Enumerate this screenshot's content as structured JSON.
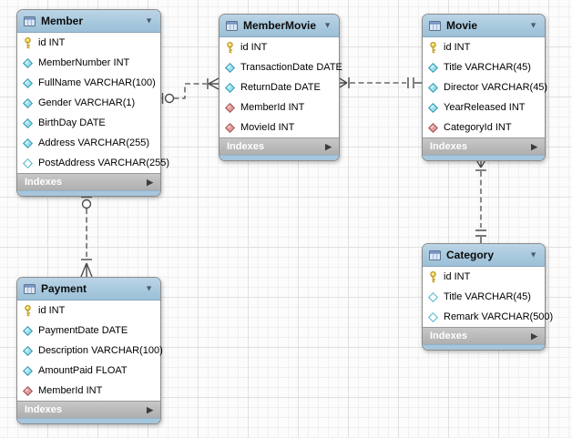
{
  "diagram": {
    "tool": "EER Diagram",
    "tables": [
      {
        "id": "member",
        "title": "Member",
        "collapse_icon": "▼",
        "footer": {
          "label": "Indexes",
          "expand_icon": "▶"
        },
        "columns": [
          {
            "icon": "primary-key",
            "label": "id INT"
          },
          {
            "icon": "column-notnull",
            "label": "MemberNumber INT"
          },
          {
            "icon": "column-notnull",
            "label": "FullName VARCHAR(100)"
          },
          {
            "icon": "column-notnull",
            "label": "Gender VARCHAR(1)"
          },
          {
            "icon": "column-notnull",
            "label": "BirthDay DATE"
          },
          {
            "icon": "column-notnull",
            "label": "Address VARCHAR(255)"
          },
          {
            "icon": "column-nullable",
            "label": "PostAddress VARCHAR(255)"
          }
        ]
      },
      {
        "id": "membermovie",
        "title": "MemberMovie",
        "collapse_icon": "▼",
        "footer": {
          "label": "Indexes",
          "expand_icon": "▶"
        },
        "columns": [
          {
            "icon": "primary-key",
            "label": "id INT"
          },
          {
            "icon": "column-notnull",
            "label": "TransactionDate DATE"
          },
          {
            "icon": "column-notnull",
            "label": "ReturnDate DATE"
          },
          {
            "icon": "foreign-key",
            "label": "MemberId INT"
          },
          {
            "icon": "foreign-key",
            "label": "MovieId INT"
          }
        ]
      },
      {
        "id": "movie",
        "title": "Movie",
        "collapse_icon": "▼",
        "footer": {
          "label": "Indexes",
          "expand_icon": "▶"
        },
        "columns": [
          {
            "icon": "primary-key",
            "label": "id INT"
          },
          {
            "icon": "column-notnull",
            "label": "Title VARCHAR(45)"
          },
          {
            "icon": "column-notnull",
            "label": "Director VARCHAR(45)"
          },
          {
            "icon": "column-notnull",
            "label": "YearReleased INT"
          },
          {
            "icon": "foreign-key",
            "label": "CategoryId INT"
          }
        ]
      },
      {
        "id": "category",
        "title": "Category",
        "collapse_icon": "▼",
        "footer": {
          "label": "Indexes",
          "expand_icon": "▶"
        },
        "columns": [
          {
            "icon": "primary-key",
            "label": "id INT"
          },
          {
            "icon": "column-nullable",
            "label": "Title VARCHAR(45)"
          },
          {
            "icon": "column-nullable",
            "label": "Remark VARCHAR(500)"
          }
        ]
      },
      {
        "id": "payment",
        "title": "Payment",
        "collapse_icon": "▼",
        "footer": {
          "label": "Indexes",
          "expand_icon": "▶"
        },
        "columns": [
          {
            "icon": "primary-key",
            "label": "id INT"
          },
          {
            "icon": "column-notnull",
            "label": "PaymentDate DATE"
          },
          {
            "icon": "column-notnull",
            "label": "Description VARCHAR(100)"
          },
          {
            "icon": "column-notnull",
            "label": "AmountPaid FLOAT"
          },
          {
            "icon": "foreign-key",
            "label": "MemberId INT"
          }
        ]
      }
    ],
    "relationships": [
      {
        "from": "Member",
        "to": "MemberMovie",
        "from_end": "one-optional",
        "to_end": "many-mandatory",
        "line": "dashed-non-identifying"
      },
      {
        "from": "MemberMovie",
        "to": "Movie",
        "from_end": "many-mandatory",
        "to_end": "one-mandatory",
        "line": "dashed-non-identifying"
      },
      {
        "from": "Movie",
        "to": "Category",
        "from_end": "many-mandatory",
        "to_end": "one-mandatory",
        "line": "dashed-non-identifying"
      },
      {
        "from": "Member",
        "to": "Payment",
        "from_end": "one-optional",
        "to_end": "many-mandatory",
        "line": "dashed-non-identifying"
      }
    ],
    "colors": {
      "table_header_blue": "#a8c9de",
      "indexes_bar_gray": "#b8b8b8",
      "connector_gray": "#4c4c4c",
      "primary_key_yellow": "#f2d23e",
      "attribute_cyan": "#9be1ee",
      "foreign_key_red": "#e39c9c",
      "grid_minor": "#f0f0f0",
      "grid_major": "#e0e0e0"
    }
  }
}
